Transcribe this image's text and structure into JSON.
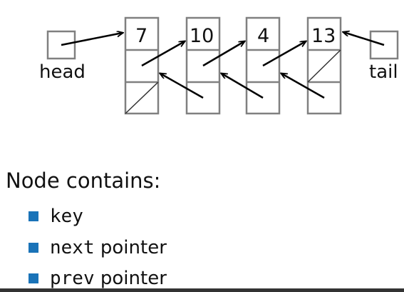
{
  "diagram": {
    "nodes": [
      {
        "key": "7"
      },
      {
        "key": "10"
      },
      {
        "key": "4"
      },
      {
        "key": "13"
      }
    ],
    "head_label": "head",
    "tail_label": "tail",
    "box_stroke": "#808080",
    "arrow_color": "#000000"
  },
  "caption": "Node contains:",
  "bullets": [
    {
      "code": "key",
      "rest": ""
    },
    {
      "code": "next",
      "rest": " pointer"
    },
    {
      "code": "prev",
      "rest": " pointer"
    }
  ],
  "accent_color": "#1a73b8"
}
